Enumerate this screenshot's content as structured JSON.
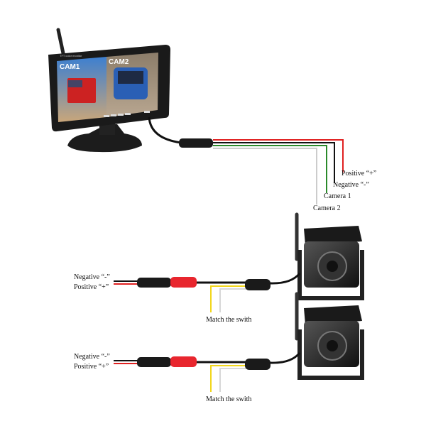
{
  "monitor": {
    "brand_text": "TFT color monitor",
    "screen_labels": [
      "CAM1",
      "CAM2"
    ]
  },
  "monitor_wiring": {
    "labels": {
      "positive": "Positive “+”",
      "negative": "Negative “-”",
      "camera1": "Camera 1",
      "camera2": "Camera 2"
    },
    "wire_colors": {
      "positive": "#e02020",
      "negative": "#111111",
      "camera1": "#2a8a2a",
      "camera2": "#cccccc"
    }
  },
  "cameras": [
    {
      "negative_label": "Negative “-”",
      "positive_label": "Positive “+”",
      "switch_label": "Match the swith"
    },
    {
      "negative_label": "Negative “-”",
      "positive_label": "Positive “+”",
      "switch_label": "Match the swith"
    }
  ],
  "colors": {
    "red_connector": "#e8262e",
    "yellow_wire": "#f2d61a",
    "white_wire": "#d8d8d8"
  }
}
